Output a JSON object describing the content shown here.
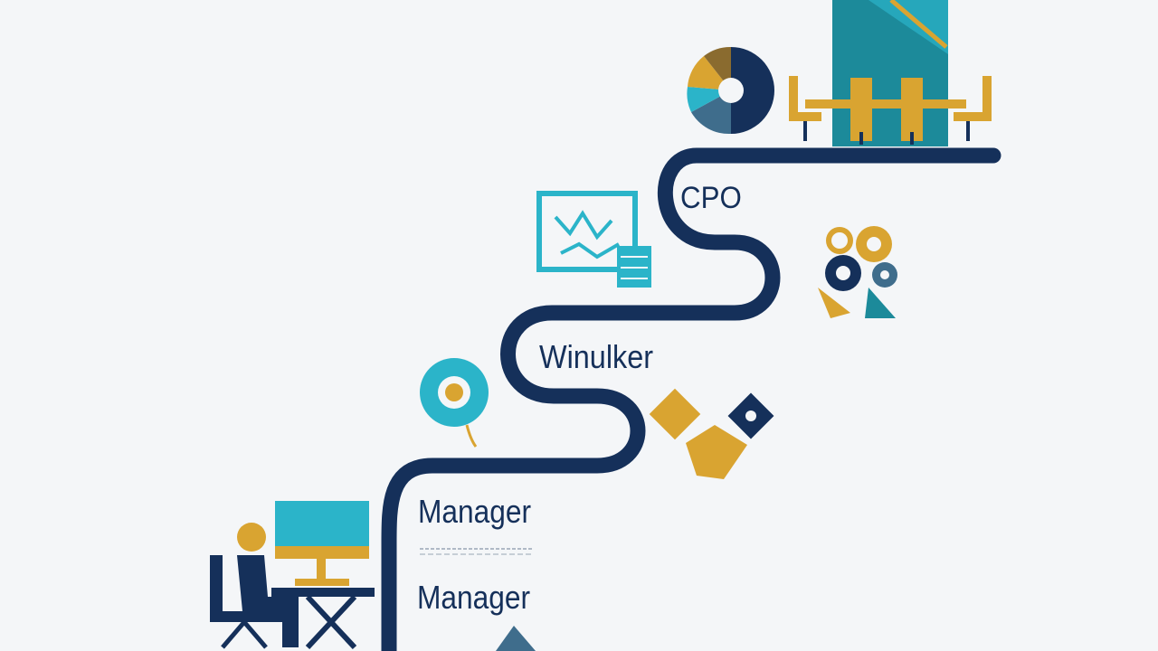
{
  "career_path": {
    "steps": [
      {
        "label": "CPO"
      },
      {
        "label": "Winulker"
      },
      {
        "label": "Manager"
      },
      {
        "label": "Manager"
      }
    ]
  },
  "colors": {
    "navy": "#15305a",
    "teal": "#2bb4c9",
    "gold": "#d9a431",
    "dark_teal": "#1c8a9a",
    "slate": "#3f6d8c"
  },
  "icons": [
    "pie-chart-icon",
    "conference-table-icon",
    "whiteboard-icon",
    "gears-icon",
    "gear-dollar-icon",
    "handshake-icon",
    "desk-worker-icon"
  ]
}
